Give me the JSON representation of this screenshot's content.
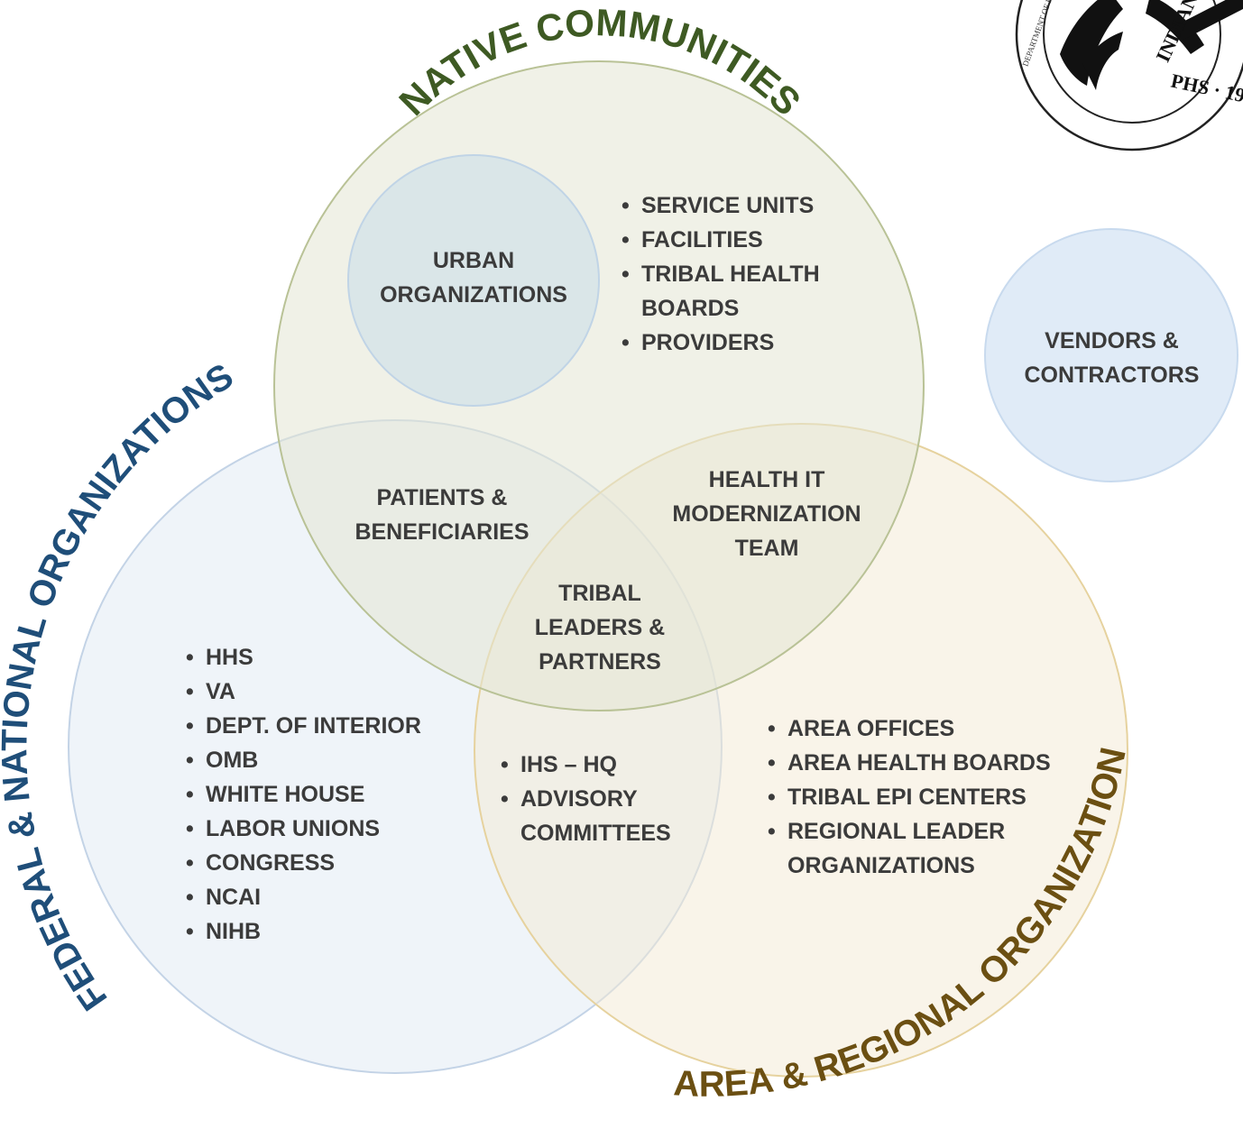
{
  "titles": {
    "native": "NATIVE COMMUNITIES",
    "federal": "FEDERAL & NATIONAL ORGANIZATIONS",
    "area": "AREA & REGIONAL ORGANIZATIONS"
  },
  "labels": {
    "urban": [
      "URBAN",
      "ORGANIZATIONS"
    ],
    "vendors": [
      "VENDORS &",
      "CONTRACTORS"
    ],
    "patients": [
      "PATIENTS &",
      "BENEFICIARIES"
    ],
    "health_it": [
      "HEALTH IT",
      "MODERNIZATION",
      "TEAM"
    ],
    "tribal": [
      "TRIBAL",
      "LEADERS &",
      "PARTNERS"
    ]
  },
  "native_list": [
    [
      "SERVICE UNITS"
    ],
    [
      "FACILITIES"
    ],
    [
      "TRIBAL HEALTH",
      "BOARDS"
    ],
    [
      "PROVIDERS"
    ]
  ],
  "federal_list": [
    [
      "HHS"
    ],
    [
      "VA"
    ],
    [
      "DEPT. OF INTERIOR"
    ],
    [
      "OMB"
    ],
    [
      "WHITE HOUSE"
    ],
    [
      "LABOR UNIONS"
    ],
    [
      "CONGRESS"
    ],
    [
      "NCAI"
    ],
    [
      "NIHB"
    ]
  ],
  "ihs_list": [
    [
      "IHS – HQ"
    ],
    [
      "ADVISORY",
      "COMMITTEES"
    ]
  ],
  "area_list": [
    [
      "AREA OFFICES"
    ],
    [
      "AREA HEALTH BOARDS"
    ],
    [
      "TRIBAL EPI CENTERS"
    ],
    [
      "REGIONAL LEADER",
      "ORGANIZATIONS"
    ]
  ],
  "seal": {
    "top_text": "INDIAN",
    "bottom_text": "PHS · 19",
    "ring_text": "DEPARTMENT OF HEALTH &"
  },
  "colors": {
    "native_fill": "#e3e6d4",
    "native_stroke": "#b9c296",
    "native_title": "#3e5a23",
    "federal_fill": "#dce6f2",
    "federal_stroke": "#c3d3e6",
    "federal_title": "#1f4e79",
    "area_fill": "#f3ead4",
    "area_stroke": "#e6d29e",
    "area_title": "#6b4f12",
    "urban_fill": "#c9dce9",
    "vendors_fill": "#dde9f6",
    "text": "#3b3b3b"
  }
}
